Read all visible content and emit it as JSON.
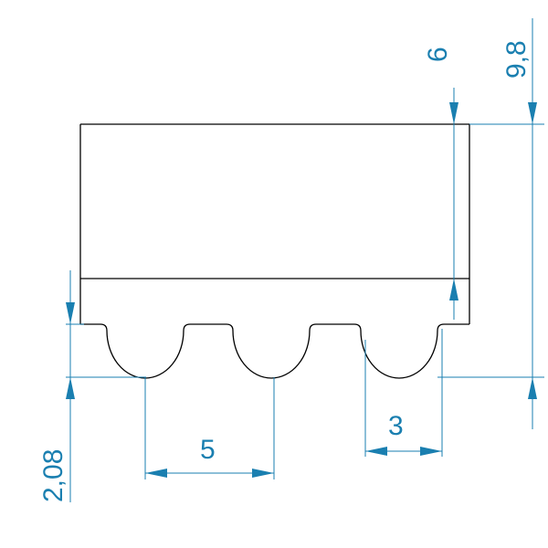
{
  "drawing": {
    "accent_color": "#1a7fb0",
    "outline_color": "#000000",
    "dimensions": {
      "total_height": "9,8",
      "belt_thickness": "6",
      "tooth_height": "2,08",
      "pitch": "5",
      "tooth_width": "3"
    }
  }
}
